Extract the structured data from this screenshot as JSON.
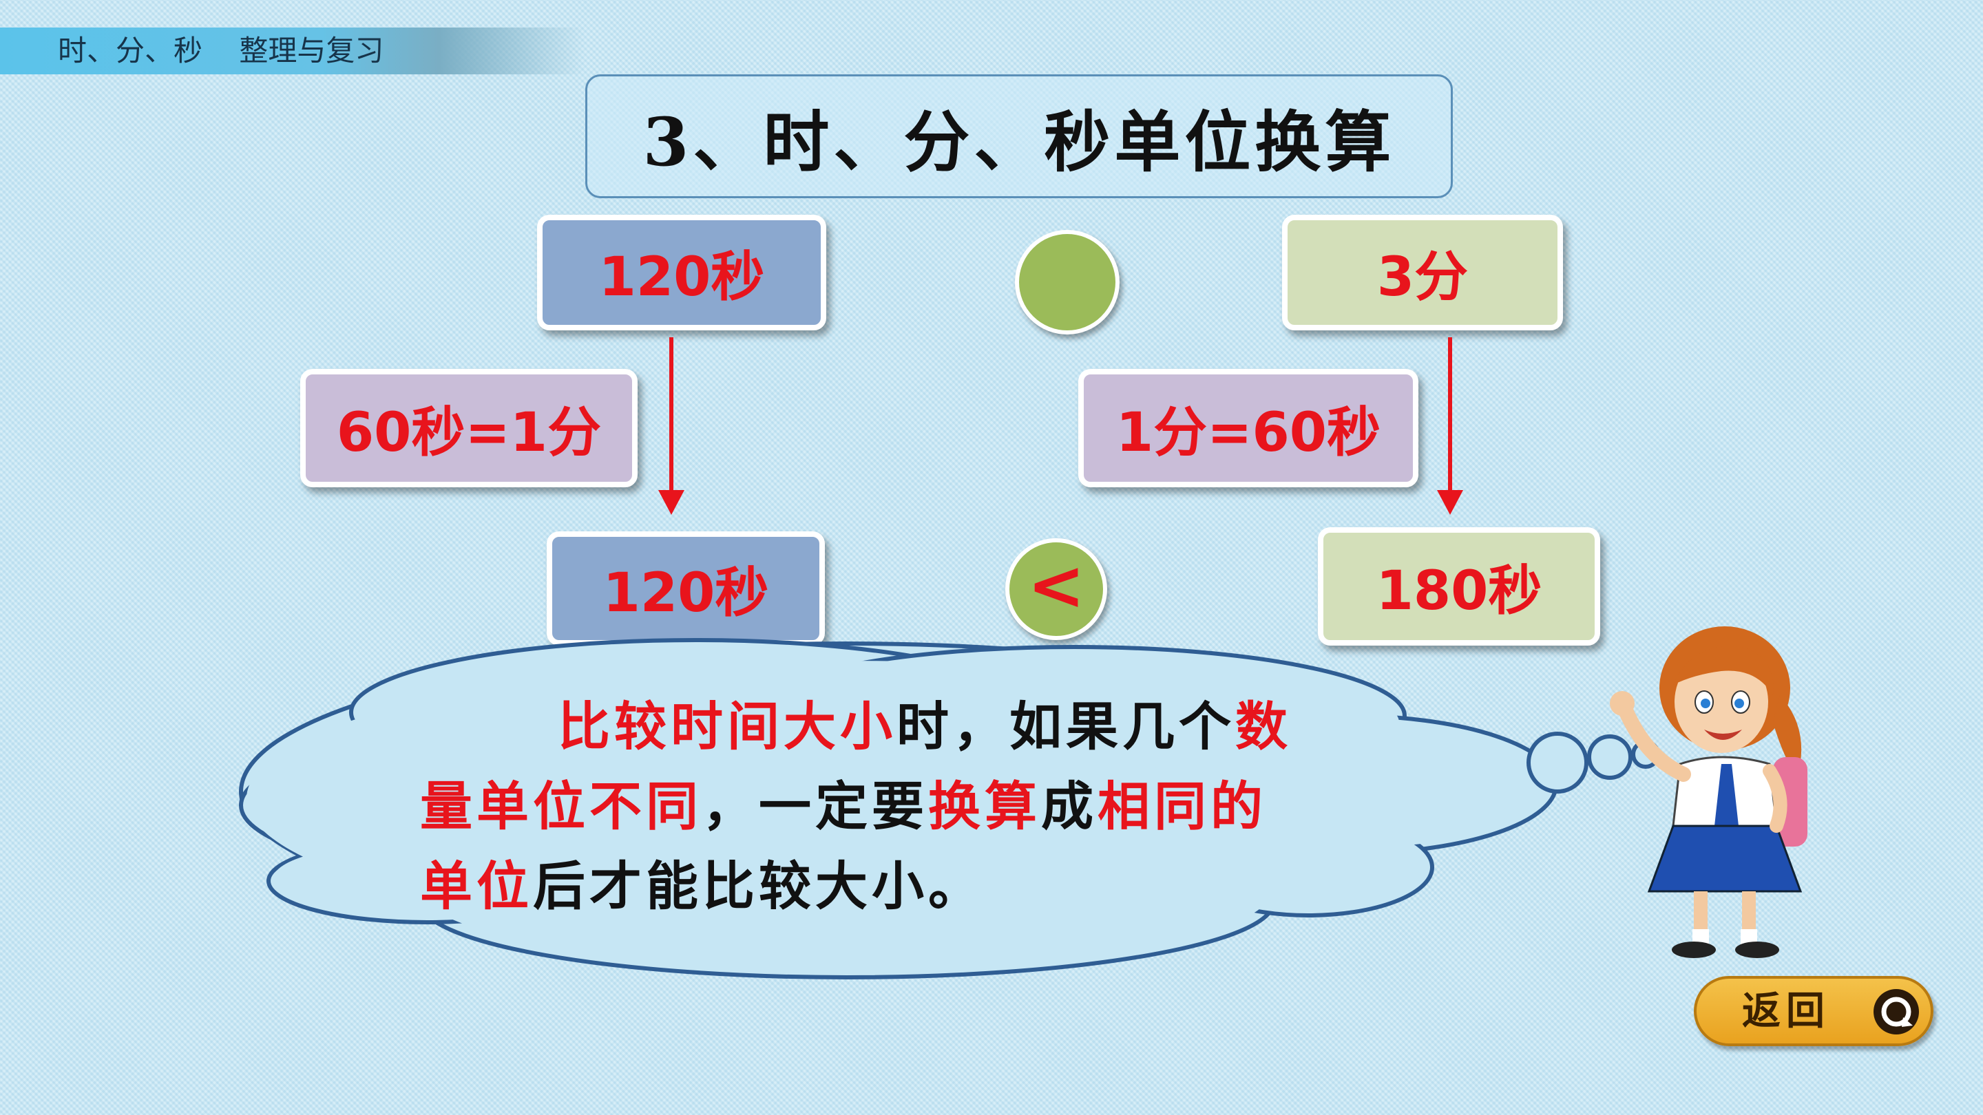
{
  "header": {
    "breadcrumb": "时、分、秒    整理与复习"
  },
  "title": "3、时、分、秒单位换算",
  "comparison": {
    "left_top": "120秒",
    "right_top": "3分",
    "left_rule": "60秒=1分",
    "right_rule": "1分=60秒",
    "left_bottom": "120秒",
    "right_bottom": "180秒",
    "result_symbol": "<"
  },
  "cloud": {
    "line1": [
      {
        "text": "比较时间大小",
        "red": true
      },
      {
        "text": "时，如果几个",
        "red": false
      },
      {
        "text": "数",
        "red": true
      }
    ],
    "line2": [
      {
        "text": "量单位不同",
        "red": true
      },
      {
        "text": "，一定要",
        "red": false
      },
      {
        "text": "换算",
        "red": true
      },
      {
        "text": "成",
        "red": false
      },
      {
        "text": "相同的",
        "red": true
      }
    ],
    "line3": [
      {
        "text": "单位",
        "red": true
      },
      {
        "text": "后才能比较大小。",
        "red": false
      }
    ]
  },
  "back_button": {
    "label": "返回"
  },
  "colors": {
    "accent_red": "#e8141c",
    "box_blue": "#8ba8cf",
    "box_green": "#d3dfb9",
    "box_lilac": "#c9bdd8",
    "circle_green": "#9bbb59",
    "button_orange": "#e9a21f"
  },
  "icons": [
    "arrow-down-icon",
    "refresh-icon",
    "cloud-bubble",
    "girl-character"
  ]
}
